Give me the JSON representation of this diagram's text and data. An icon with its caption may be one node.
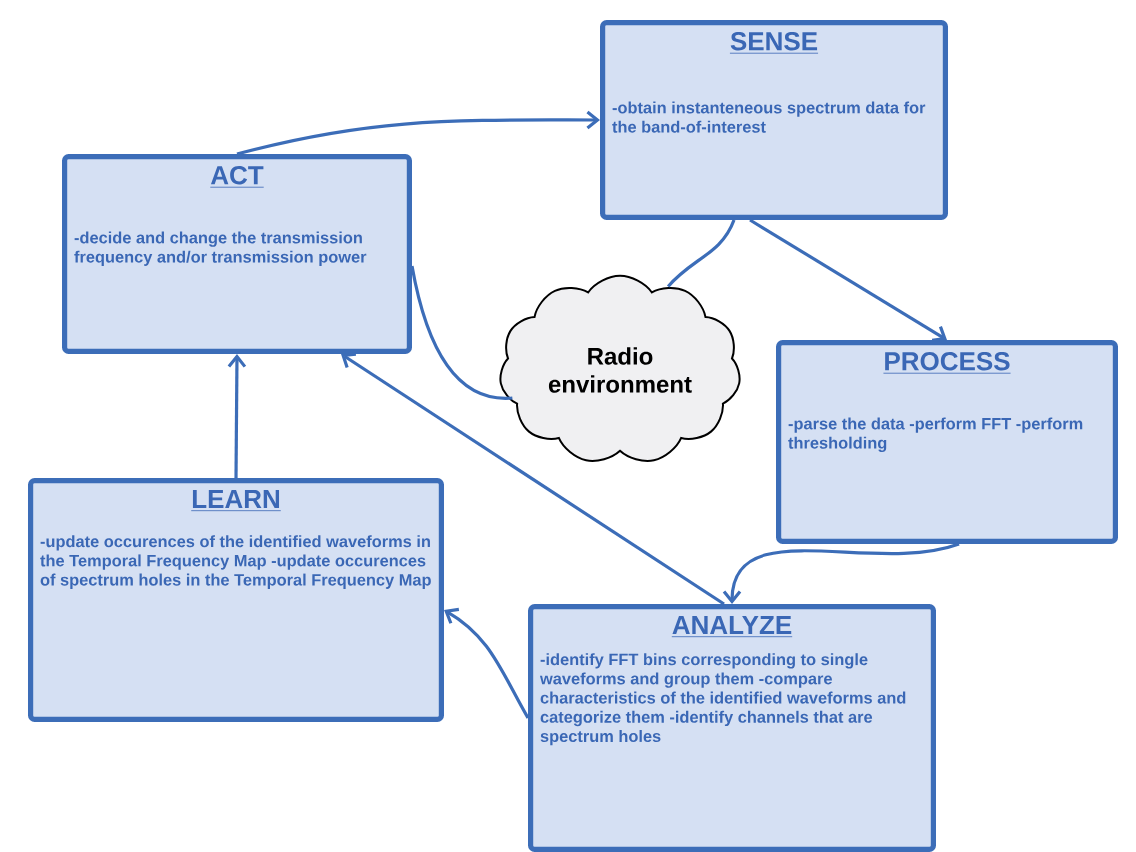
{
  "diagram": {
    "nodes": [
      {
        "text": [
          "SENSE",
          "-obtain instanteneous spectrum data for the band-of-interest"
        ]
      },
      {
        "text": [
          "ACT",
          "-decide and change the transmission frequency and/or transmission power"
        ]
      },
      {
        "text": [
          "Radio environment"
        ]
      },
      {
        "text": [
          "PROCESS",
          "-parse the data -perform FFT -perform thresholding"
        ]
      },
      {
        "text": [
          "LEARN",
          "-update occurences of the identified waveforms in the Temporal Frequency Map -update occurences of spectrum holes in the Temporal Frequency Map"
        ]
      },
      {
        "text": [
          "ANALYZE",
          "-identify FFT bins corresponding to single waveforms and group them -compare characteristics of the identified waveforms and categorize them -identify channels that are spectrum holes"
        ]
      }
    ],
    "edges": [
      {
        "from": 1,
        "to": 0,
        "arrow": "to"
      },
      {
        "from": 0,
        "to": 3,
        "arrow": "to"
      },
      {
        "from": 3,
        "to": 5,
        "arrow": "to"
      },
      {
        "from": 5,
        "to": 4,
        "arrow": "to"
      },
      {
        "from": 4,
        "to": 1,
        "arrow": "to"
      },
      {
        "from": 5,
        "to": 1,
        "arrow": "to"
      },
      {
        "from": 1,
        "to": 2,
        "arrow": "none"
      },
      {
        "from": 0,
        "to": 2,
        "arrow": "none"
      }
    ]
  }
}
